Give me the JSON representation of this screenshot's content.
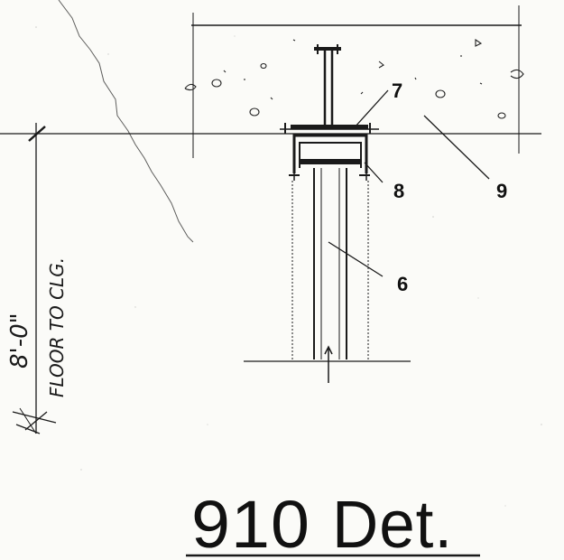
{
  "callouts": {
    "c6": "6",
    "c7": "7",
    "c8": "8",
    "c9": "9"
  },
  "dimension": {
    "value": "8'-0\"",
    "label": "FLOOR TO CLG."
  },
  "title": {
    "number": "910",
    "text": "Det."
  },
  "colors": {
    "ink": "#1a1a1a",
    "paper": "#fbfbf8"
  }
}
